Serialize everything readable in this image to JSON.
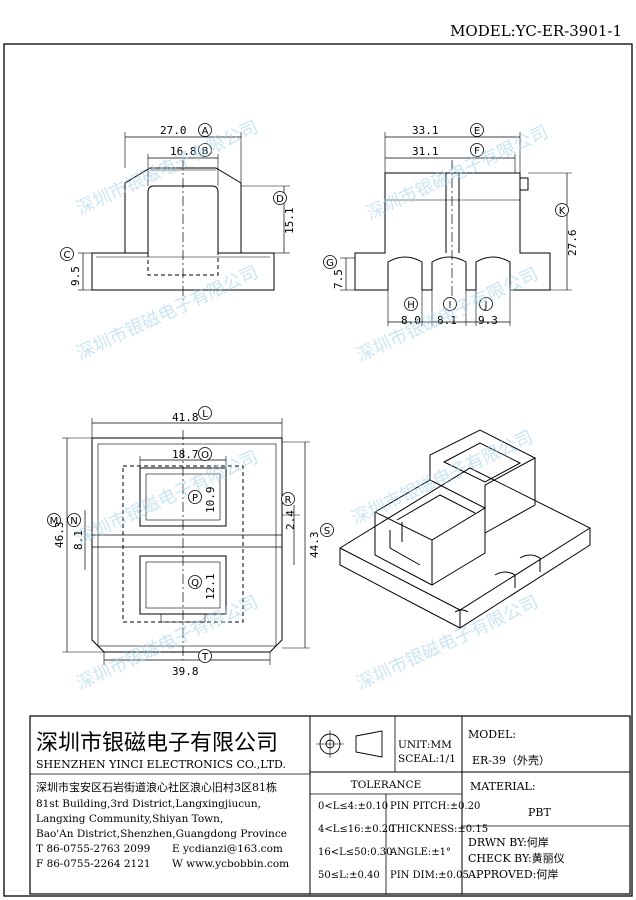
{
  "model_header": "MODEL:YC-ER-3901-1",
  "watermark": "深圳市银磁电子有限公司",
  "dimensions": {
    "a": "27.0",
    "b": "16.8",
    "c": "9.5",
    "d": "15.1",
    "e": "33.1",
    "f": "31.1",
    "g": "7.5",
    "h": "8.0",
    "i": "8.1",
    "j": "9.3",
    "k": "27.6",
    "l": "41.8",
    "m": "46.3",
    "n": "8.1",
    "o": "18.7",
    "p": "10.9",
    "q": "12.1",
    "r": "2.4",
    "s": "44.3",
    "t": "39.8"
  },
  "markers": {
    "a": "A",
    "b": "B",
    "c": "C",
    "d": "D",
    "e": "E",
    "f": "F",
    "g": "G",
    "h": "H",
    "i": "I",
    "j": "J",
    "k": "K",
    "l": "L",
    "m": "M",
    "n": "N",
    "o": "O",
    "p": "P",
    "q": "Q",
    "r": "R",
    "s": "S",
    "t": "T"
  },
  "title_block": {
    "company_cn": "深圳市银磁电子有限公司",
    "company_en": "SHENZHEN YINCI ELECTRONICS CO.,LTD.",
    "address_cn": "深圳市宝安区石岩街道浪心社区浪心旧村3区81栋",
    "address_en_1": "81st Building,3rd District,Langxingjiucun,",
    "address_en_2": "Langxing Community,Shiyan Town,",
    "address_en_3": "Bao'An District,Shenzhen,Guangdong Province",
    "tel": "T 86-0755-2763 2099",
    "email": "E ycdianzi@163.com",
    "fax": "F 86-0755-2264 2121",
    "web": "W www.ycbobbin.com",
    "unit": "UNIT:MM",
    "scale": "SCEAL:1/1",
    "model_label": "MODEL:",
    "model_value": "ER-39（外壳）",
    "tolerance_title": "TOLERANCE",
    "tol_1": "0<L≤4:±0.10",
    "tol_2": "4<L≤16:±0.20",
    "tol_3": "16<L≤50:0.30",
    "tol_4": "50≤L:±0.40",
    "tol_5": "PIN PITCH:±0.20",
    "tol_6": "THICKNESS:±0.15",
    "tol_7": "ANGLE:±1°",
    "tol_8": "PIN DIM:±0.05",
    "material_label": "MATERIAL:",
    "material_value": "PBT",
    "drawn_by": "DRWN BY:何岸",
    "check_by": "CHECK BY:黄丽仪",
    "approved": "APPROVED:何岸"
  }
}
